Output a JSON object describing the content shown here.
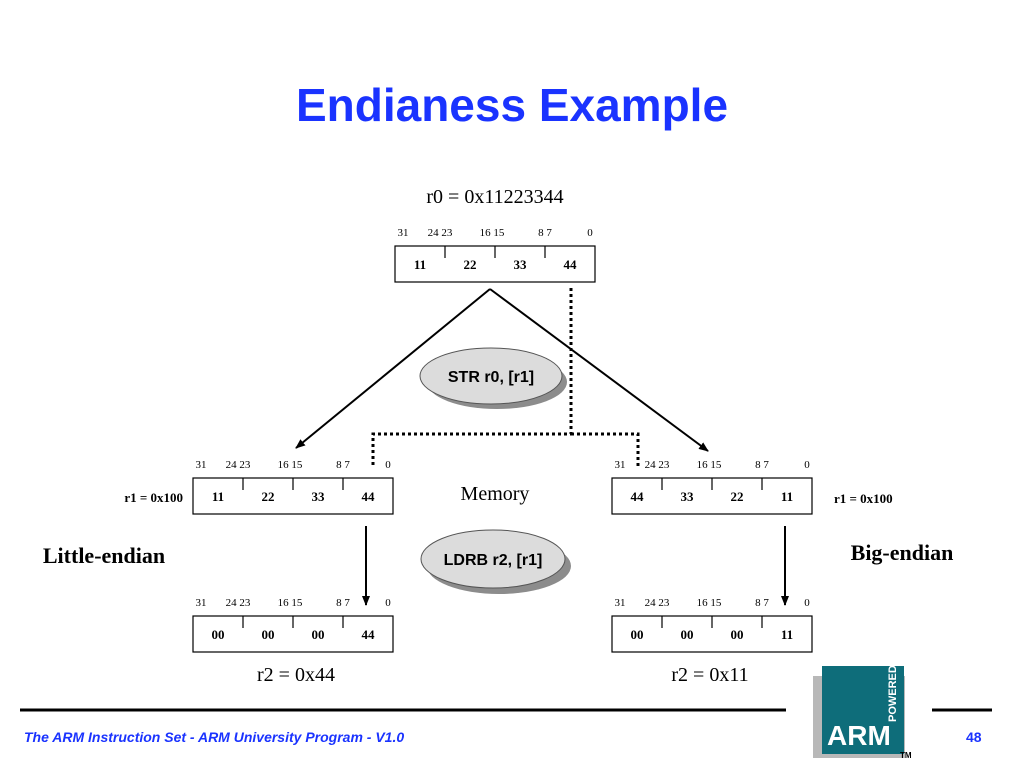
{
  "title": "Endianess Example",
  "r0_label": "r0 =  0x11223344",
  "bit_labels": [
    "31",
    "24 23",
    "16 15",
    "8 7",
    "0"
  ],
  "registers": {
    "r0": [
      "11",
      "22",
      "33",
      "44"
    ],
    "mem_little": [
      "11",
      "22",
      "33",
      "44"
    ],
    "mem_big": [
      "44",
      "33",
      "22",
      "11"
    ],
    "r2_little": [
      "00",
      "00",
      "00",
      "44"
    ],
    "r2_big": [
      "00",
      "00",
      "00",
      "11"
    ]
  },
  "instructions": {
    "store": "STR r0, [r1]",
    "load": "LDRB r2, [r1]"
  },
  "memory_label": "Memory",
  "r1_label_left": "r1 = 0x100",
  "r1_label_right": "r1 = 0x100",
  "little_endian_label": "Little-endian",
  "big_endian_label": "Big-endian",
  "r2_little_label": "r2 =  0x44",
  "r2_big_label": "r2 =  0x11",
  "footer": {
    "text": "The ARM Instruction Set - ARM University Program - V1.0",
    "page": "48"
  },
  "logo": {
    "text": "ARM",
    "vertical_text": "POWERED",
    "tm": "TM",
    "bg_color": "#0e6d7a",
    "shadow_color": "#b8b8b8"
  },
  "colors": {
    "title": "#1a33ff",
    "footer": "#1a33ff",
    "ellipse_fill": "#dcdcdc",
    "ellipse_shadow": "#8c8c8c"
  }
}
